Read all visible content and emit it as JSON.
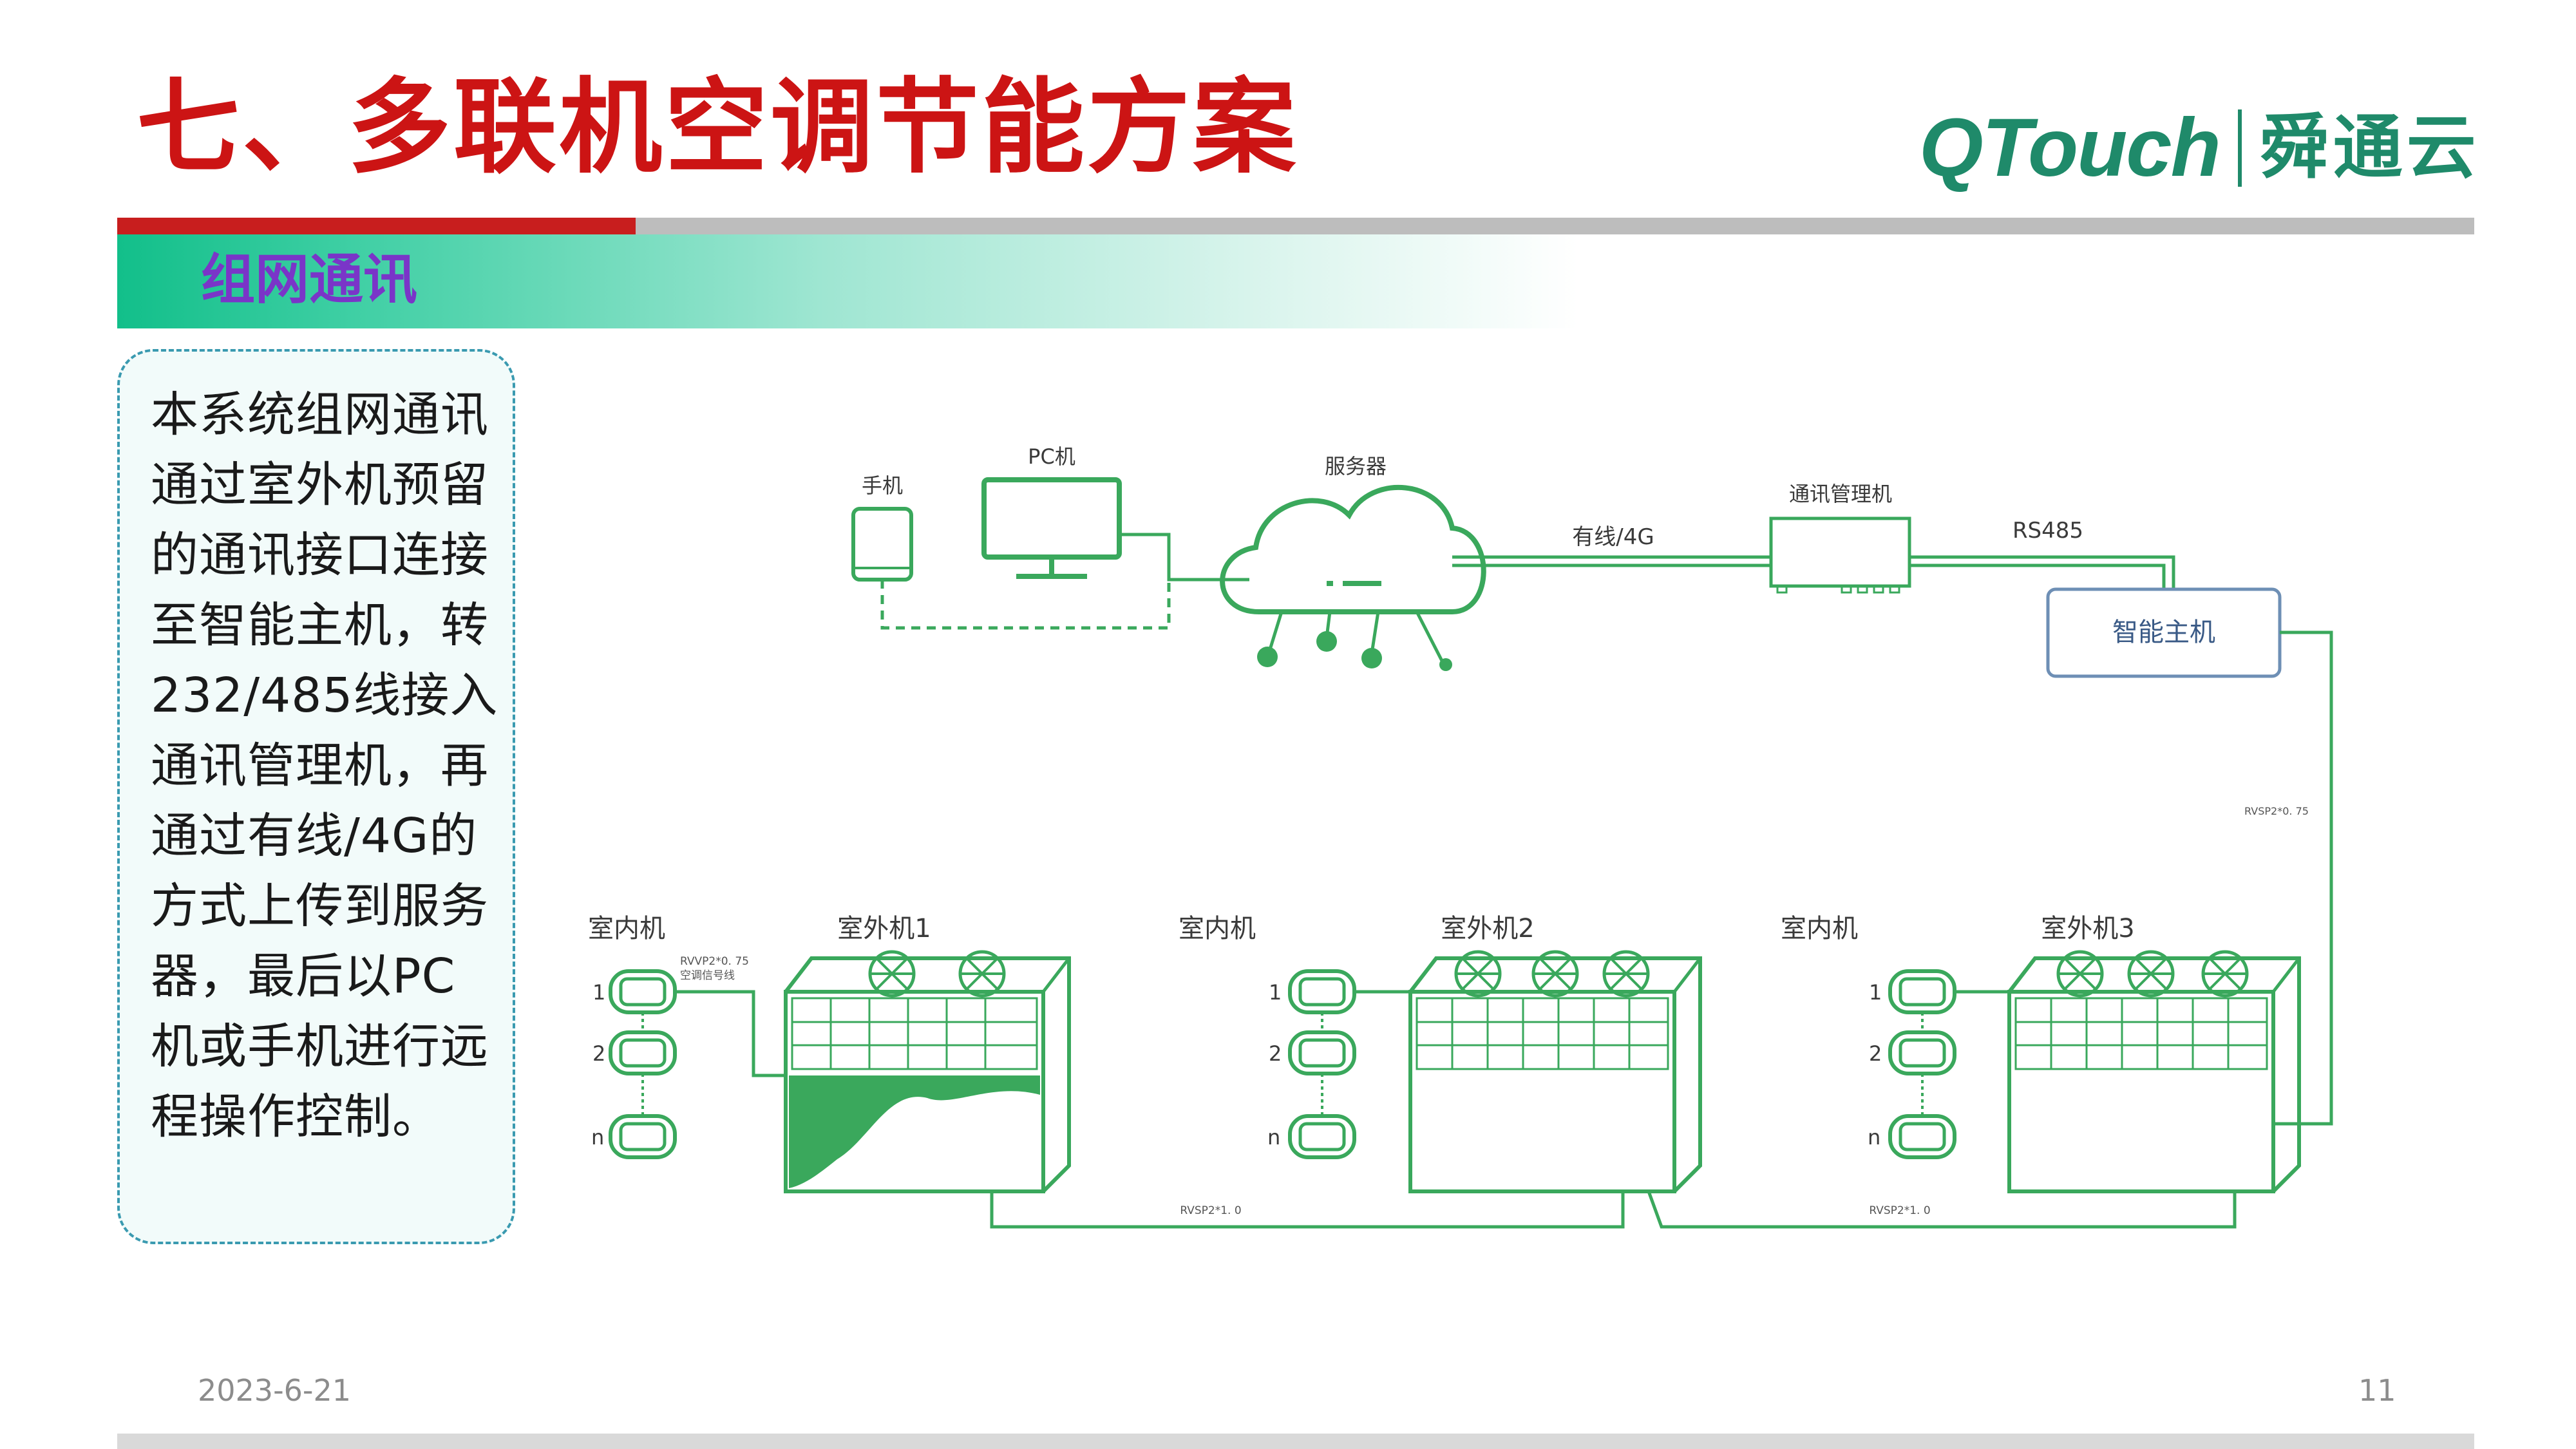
{
  "slide": {
    "title": "七、多联机空调节能方案",
    "section": "组网通讯",
    "date": "2023-6-21",
    "page_number": "11"
  },
  "logo": {
    "english": "QTouch",
    "chinese": "舜通云"
  },
  "description": "本系统组网通讯通过室外机预留的通讯接口连接至智能主机，转232/485线接入通讯管理机，再通过有线/4G的方式上传到服务器，最后以PC机或手机进行远程操作控制。",
  "diagram": {
    "devices": {
      "phone": "手机",
      "pc": "PC机",
      "server": "服务器",
      "comm_manager": "通讯管理机",
      "smart_host": "智能主机"
    },
    "links": {
      "wired_4g": "有线/4G",
      "rs485": "RS485",
      "rvsp_vertical": "RVSP2*0. 75",
      "rvvp": "RVVP2*0. 75",
      "signal_line": "空调信号线",
      "rvsp_bottom_1": "RVSP2*1. 0",
      "rvsp_bottom_2": "RVSP2*1. 0"
    },
    "units": [
      {
        "indoor_label": "室内机",
        "outdoor_label": "室外机1",
        "index": [
          "1",
          "2",
          "n"
        ]
      },
      {
        "indoor_label": "室内机",
        "outdoor_label": "室外机2",
        "index": [
          "1",
          "2",
          "n"
        ]
      },
      {
        "indoor_label": "室内机",
        "outdoor_label": "室外机3",
        "index": [
          "1",
          "2",
          "n"
        ]
      }
    ]
  },
  "colors": {
    "title_red": "#cc1414",
    "accent_red": "#c81e1e",
    "band_green": "#12bf8a",
    "section_purple": "#7a35c8",
    "diagram_green": "#3aa85c",
    "logo_green": "#1f8a6a"
  }
}
